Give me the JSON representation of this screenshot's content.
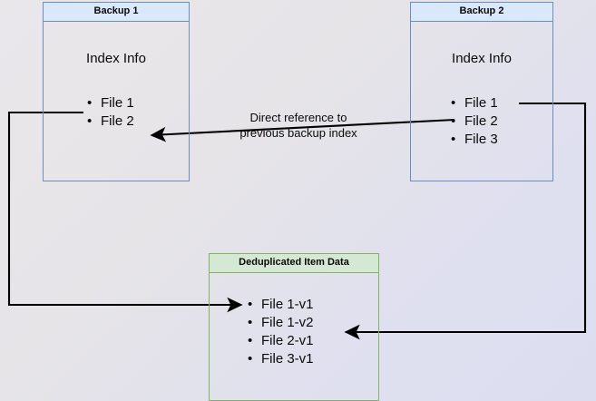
{
  "diagram": {
    "title_note": "Direct reference to\nprevious backup index",
    "note_line1": "Direct reference to",
    "note_line2": "previous backup index",
    "colors": {
      "blue_fill": "#dae8fc",
      "blue_stroke": "#6c8ebf",
      "green_fill": "#d5e8d4",
      "green_stroke": "#82b366",
      "edge_stroke": "#000000",
      "background": "#e3e2ea"
    },
    "boxes": [
      {
        "id": "backup1",
        "title": "Backup 1",
        "subtitle": "Index Info",
        "items": [
          "File 1",
          "File 2"
        ]
      },
      {
        "id": "backup2",
        "title": "Backup 2",
        "subtitle": "Index Info",
        "items": [
          "File 1",
          "File 2",
          "File 3"
        ]
      },
      {
        "id": "dedup",
        "title": "Deduplicated Item Data",
        "items": [
          "File 1-v1",
          "File 1-v2",
          "File 2-v1",
          "File 3-v1"
        ]
      }
    ],
    "connectors": [
      {
        "name": "backup2-index-to-backup1-index",
        "label": "Direct reference to previous backup index",
        "from": "Backup 2 / File 2",
        "to": "Backup 1 / File 2"
      },
      {
        "name": "backup1-file1-to-dedup-file1v1",
        "from": "Backup 1 / File 1",
        "to": "Deduplicated Item Data / File 1-v1"
      },
      {
        "name": "backup2-file1-to-dedup-file1v2",
        "from": "Backup 2 / File 1",
        "to": "Deduplicated Item Data / File 1-v2"
      }
    ]
  }
}
